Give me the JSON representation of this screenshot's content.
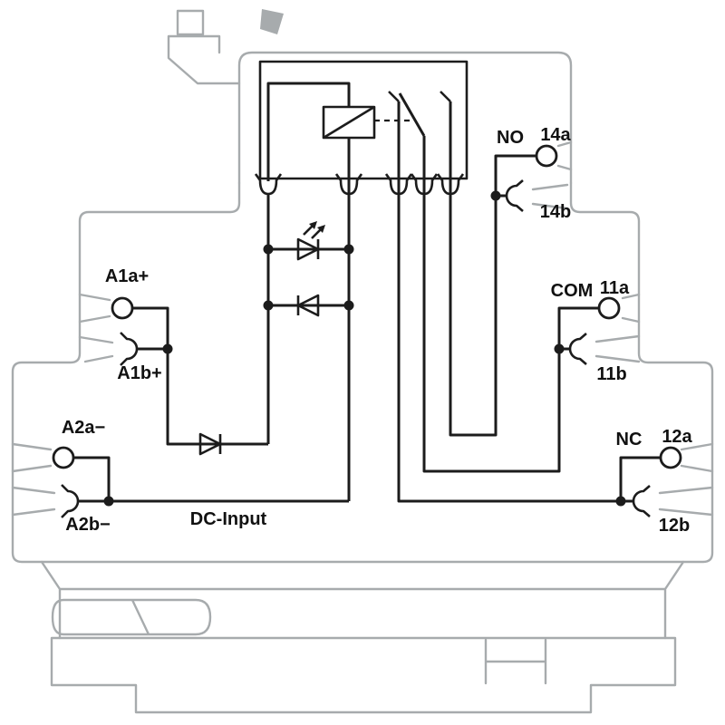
{
  "diagram": {
    "labels": {
      "a1a": "A1a+",
      "a1b": "A1b+",
      "a2a": "A2a−",
      "a2b": "A2b−",
      "dc_input": "DC-Input",
      "no": "NO",
      "com": "COM",
      "nc": "NC",
      "t14a": "14a",
      "t14b": "14b",
      "t11a": "11a",
      "t11b": "11b",
      "t12a": "12a",
      "t12b": "12b"
    },
    "colors": {
      "circuit": "#1c1c1c",
      "housing": "#a7abad",
      "background": "#ffffff"
    }
  }
}
